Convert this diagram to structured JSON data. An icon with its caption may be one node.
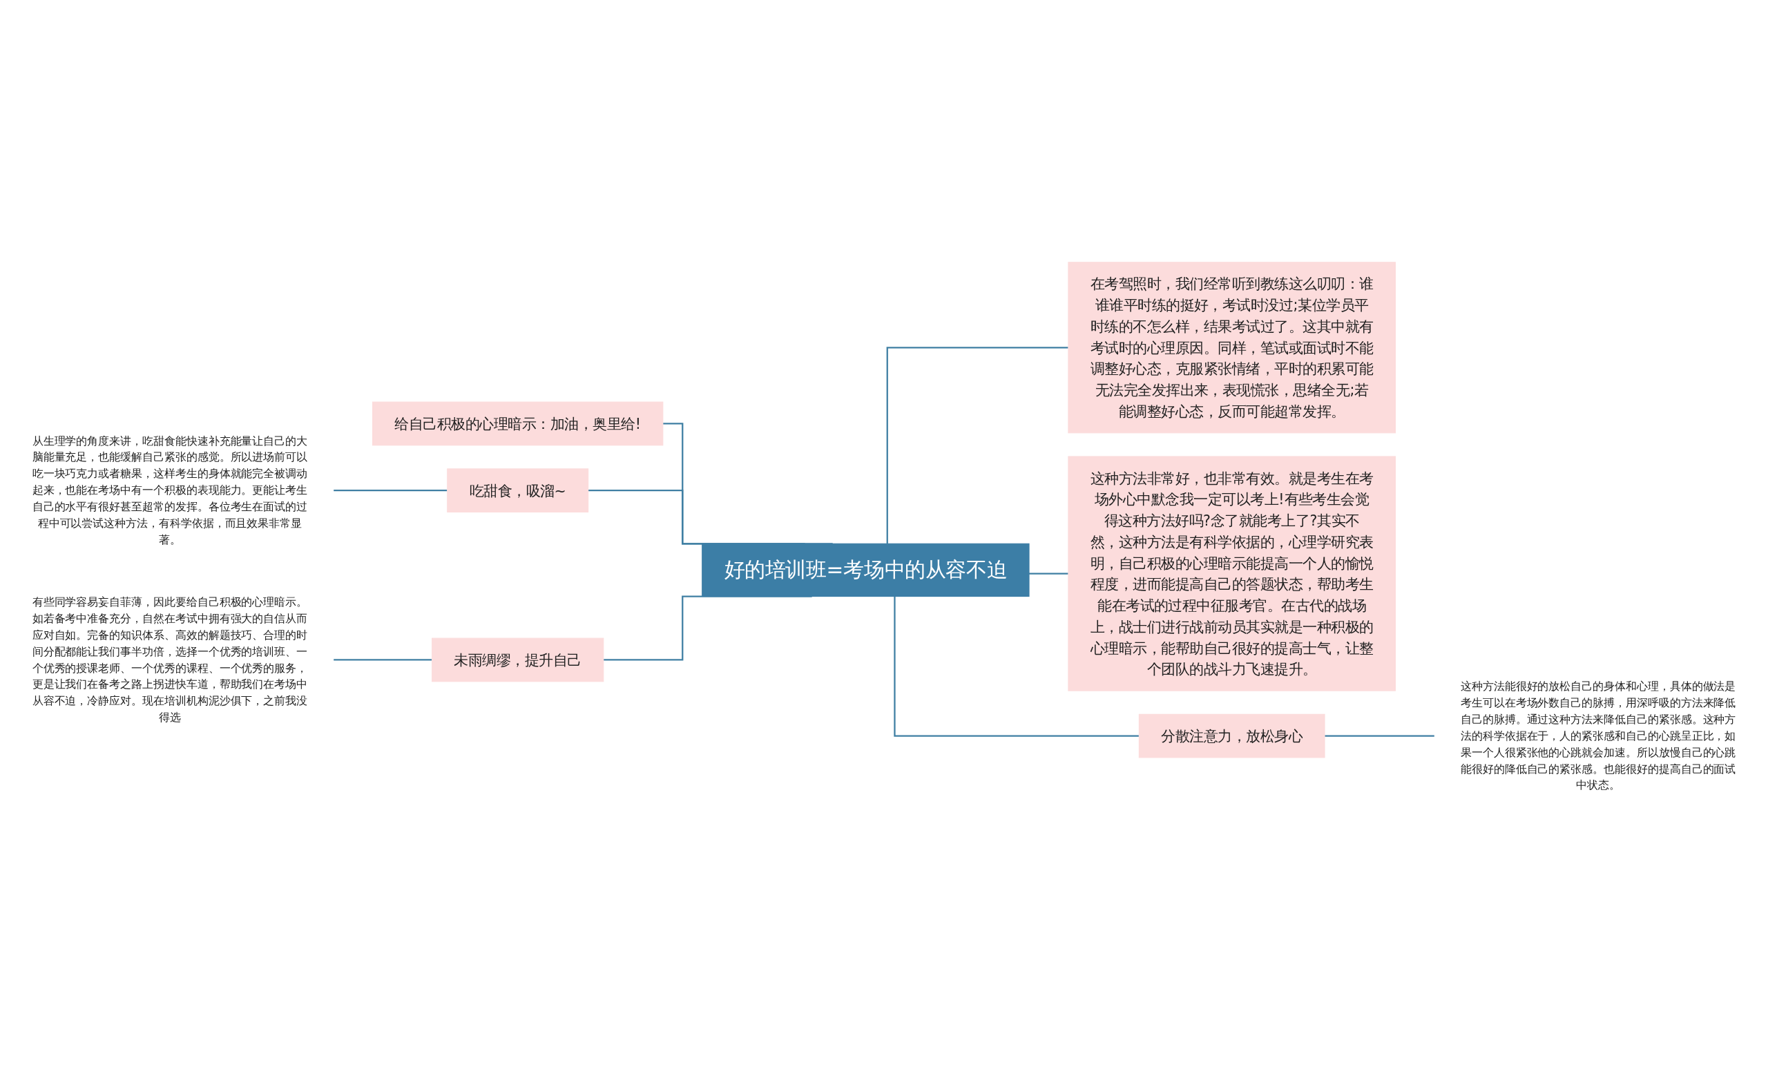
{
  "diagram": {
    "nodes": [
      {
        "text": [
          "好的培训班=考场中的从容不迫"
        ]
      },
      {
        "text": [
          "给自己积极的心理暗示：加油，奥里给!"
        ]
      },
      {
        "text": [
          "吃甜食，吸溜~"
        ]
      },
      {
        "text": [
          "从生理学的角度来讲，吃甜食能快速补充能量让自己的大脑能量充足，也能缓解自己紧张的感觉。所以进场前可以吃一块巧克力或者糖果，这样考生的身体就能完全被调动起来，也能在考场中有一个积极的表现能力。更能让考生自己的水平有很好甚至超常的发挥。各位考生在面试的过程中可以尝试这种方法，有科学依据，而且效果非常显著。"
        ]
      },
      {
        "text": [
          "未雨绸缪，提升自己"
        ]
      },
      {
        "text": [
          "有些同学容易妄自菲薄，因此要给自己积极的心理暗示。如若备考中准备充分，自然在考试中拥有强大的自信从而应对自如。完备的知识体系、高效的解题技巧、合理的时间分配都能让我们事半功倍，选择一个优秀的培训班、一个优秀的授课老师、一个优秀的课程、一个优秀的服务，更是让我们在备考之路上拐进快车道，帮助我们在考场中从容不迫，冷静应对。现在培训机构泥沙俱下，之前我没得选"
        ]
      },
      {
        "text": [
          "在考驾照时，我们经常听到教练这么叨叨：谁谁谁平时练的挺好，考试时没过;某位学员平时练的不怎么样，结果考试过了。这其中就有考试时的心理原因。同样，笔试或面试时不能调整好心态，克服紧张情绪，平时的积累可能无法完全发挥出来，表现慌张，思绪全无;若能调整好心态，反而可能超常发挥。"
        ]
      },
      {
        "text": [
          "这种方法非常好，也非常有效。就是考生在考场外心中默念我一定可以考上!有些考生会觉得这种方法好吗?念了就能考上了?其实不然，这种方法是有科学依据的，心理学研究表明，自己积极的心理暗示能提高一个人的愉悦程度，进而能提高自己的答题状态，帮助考生能在考试的过程中征服考官。在古代的战场上，战士们进行战前动员其实就是一种积极的心理暗示，能帮助自己很好的提高士气，让整个团队的战斗力飞速提升。"
        ]
      },
      {
        "text": [
          "分散注意力，放松身心"
        ]
      },
      {
        "text": [
          "这种方法能很好的放松自己的身体和心理，具体的做法是考生可以在考场外数自己的脉搏，用深呼吸的方法来降低自己的脉搏。通过这种方法来降低自己的紧张感。这种方法的科学依据在于，人的紧张感和自己的心跳呈正比，如果一个人很紧张他的心跳就会加速。所以放慢自己的心跳能很好的降低自己的紧张感。也能很好的提高自己的面试中状态。"
        ]
      }
    ],
    "edges": [
      {
        "from": 0,
        "to": 1,
        "arrow": "none"
      },
      {
        "from": 0,
        "to": 2,
        "arrow": "none"
      },
      {
        "from": 2,
        "to": 3,
        "arrow": "none"
      },
      {
        "from": 0,
        "to": 4,
        "arrow": "none"
      },
      {
        "from": 4,
        "to": 5,
        "arrow": "none"
      },
      {
        "from": 0,
        "to": 6,
        "arrow": "none"
      },
      {
        "from": 0,
        "to": 7,
        "arrow": "none"
      },
      {
        "from": 0,
        "to": 8,
        "arrow": "none"
      },
      {
        "from": 8,
        "to": 9,
        "arrow": "none"
      }
    ]
  }
}
